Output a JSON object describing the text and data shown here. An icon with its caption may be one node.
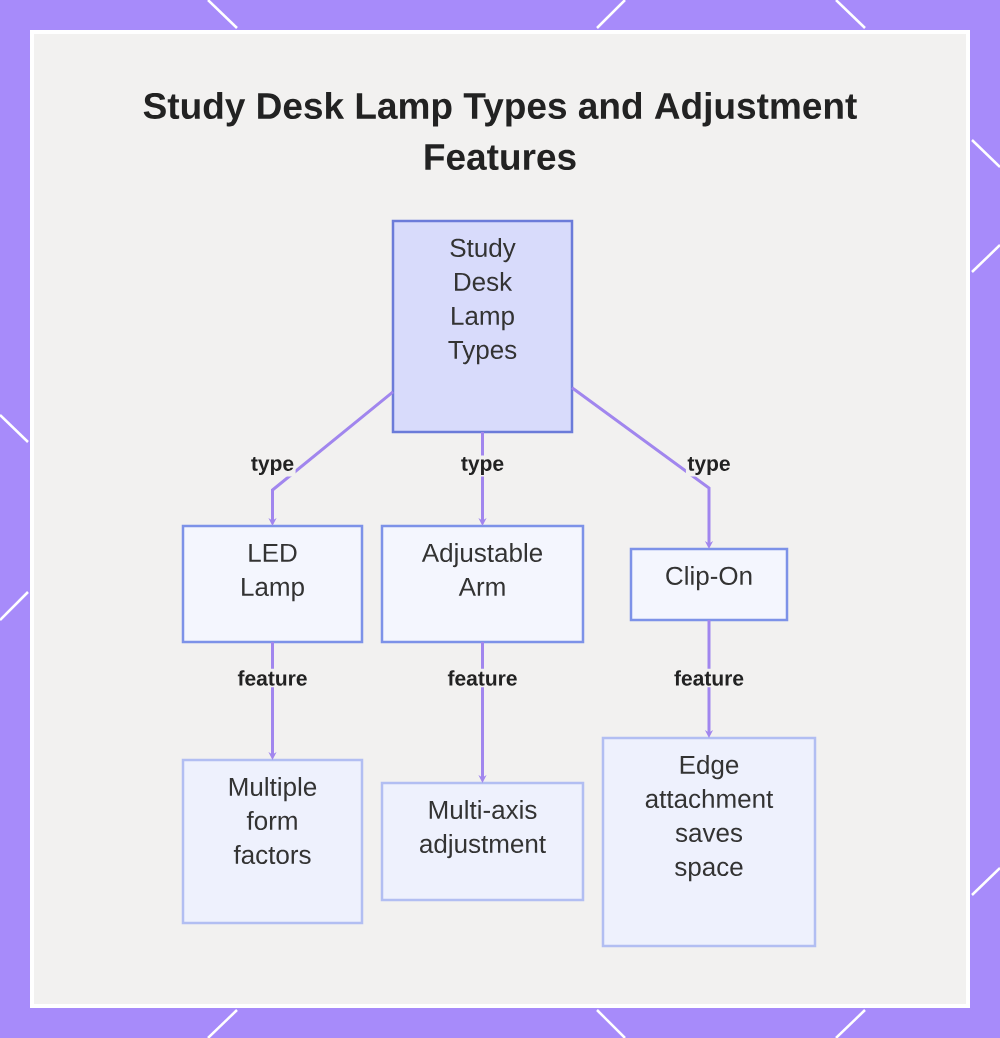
{
  "diagram": {
    "title": "Study Desk Lamp Types and Adjustment Features",
    "nodes": [
      {
        "text": [
          "Study Desk Lamp Types"
        ]
      },
      {
        "text": [
          "LED Lamp"
        ]
      },
      {
        "text": [
          "Adjustable Arm"
        ]
      },
      {
        "text": [
          "Clip-On"
        ]
      },
      {
        "text": [
          "Multiple form factors"
        ]
      },
      {
        "text": [
          "Multi-axis adjustment"
        ]
      },
      {
        "text": [
          "Edge attachment saves space"
        ]
      }
    ],
    "edges": [
      {
        "from": 0,
        "to": 1,
        "arrow": "to",
        "label": "type"
      },
      {
        "from": 0,
        "to": 2,
        "arrow": "to",
        "label": "type"
      },
      {
        "from": 0,
        "to": 3,
        "arrow": "to",
        "label": "type"
      },
      {
        "from": 1,
        "to": 4,
        "arrow": "to",
        "label": "feature"
      },
      {
        "from": 2,
        "to": 5,
        "arrow": "to",
        "label": "feature"
      },
      {
        "from": 3,
        "to": 6,
        "arrow": "to",
        "label": "feature"
      }
    ]
  }
}
